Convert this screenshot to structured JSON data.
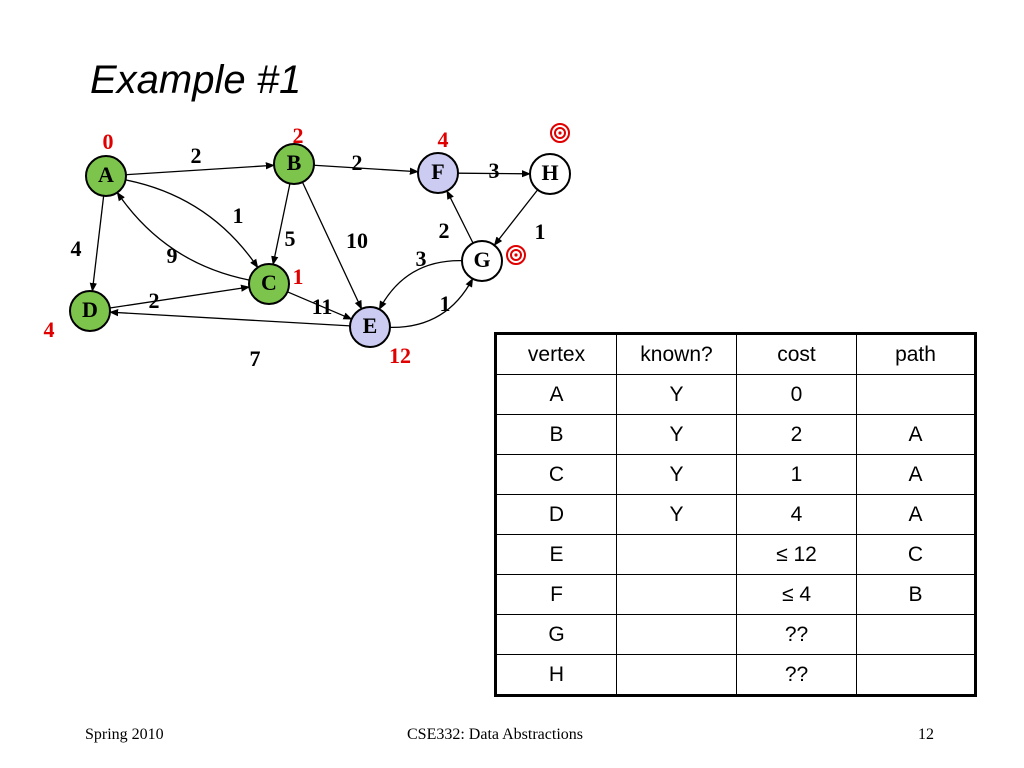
{
  "title": "Example #1",
  "colors": {
    "known": "#7cc44c",
    "frontier": "#ccccf2",
    "unvisited": "#ffffff",
    "cost": "#e00000",
    "target": "#e00000"
  },
  "graph": {
    "nodes": [
      {
        "id": "A",
        "label": "A",
        "cost": "0",
        "state": "known"
      },
      {
        "id": "B",
        "label": "B",
        "cost": "2",
        "state": "known"
      },
      {
        "id": "C",
        "label": "C",
        "cost": "1",
        "state": "known"
      },
      {
        "id": "D",
        "label": "D",
        "cost": "4",
        "state": "known"
      },
      {
        "id": "E",
        "label": "E",
        "cost": "12",
        "state": "frontier"
      },
      {
        "id": "F",
        "label": "F",
        "cost": "4",
        "state": "frontier"
      },
      {
        "id": "G",
        "label": "G",
        "cost": "",
        "state": "unvisited",
        "marker": "target-icon"
      },
      {
        "id": "H",
        "label": "H",
        "cost": "",
        "state": "unvisited",
        "marker": "target-icon"
      }
    ],
    "edges": [
      {
        "from": "A",
        "to": "B",
        "weight": "2"
      },
      {
        "from": "A",
        "to": "C",
        "weight": "1"
      },
      {
        "from": "A",
        "to": "D",
        "weight": "4"
      },
      {
        "from": "C",
        "to": "A",
        "weight": "9"
      },
      {
        "from": "B",
        "to": "C",
        "weight": "5"
      },
      {
        "from": "B",
        "to": "E",
        "weight": "10"
      },
      {
        "from": "B",
        "to": "F",
        "weight": "2"
      },
      {
        "from": "D",
        "to": "C",
        "weight": "2"
      },
      {
        "from": "C",
        "to": "E",
        "weight": "11"
      },
      {
        "from": "E",
        "to": "D",
        "weight": "7"
      },
      {
        "from": "E",
        "to": "G",
        "weight": "1"
      },
      {
        "from": "G",
        "to": "E",
        "weight": "3"
      },
      {
        "from": "G",
        "to": "F",
        "weight": "2"
      },
      {
        "from": "F",
        "to": "H",
        "weight": "3"
      },
      {
        "from": "H",
        "to": "G",
        "weight": "1"
      }
    ]
  },
  "table": {
    "headers": [
      "vertex",
      "known?",
      "cost",
      "path"
    ],
    "rows": [
      [
        "A",
        "Y",
        "0",
        ""
      ],
      [
        "B",
        "Y",
        "2",
        "A"
      ],
      [
        "C",
        "Y",
        "1",
        "A"
      ],
      [
        "D",
        "Y",
        "4",
        "A"
      ],
      [
        "E",
        "",
        "≤ 12",
        "C"
      ],
      [
        "F",
        "",
        "≤ 4",
        "B"
      ],
      [
        "G",
        "",
        "??",
        ""
      ],
      [
        "H",
        "",
        "??",
        ""
      ]
    ]
  },
  "footer": {
    "left": "Spring 2010",
    "center": "CSE332: Data Abstractions",
    "right": "12"
  }
}
